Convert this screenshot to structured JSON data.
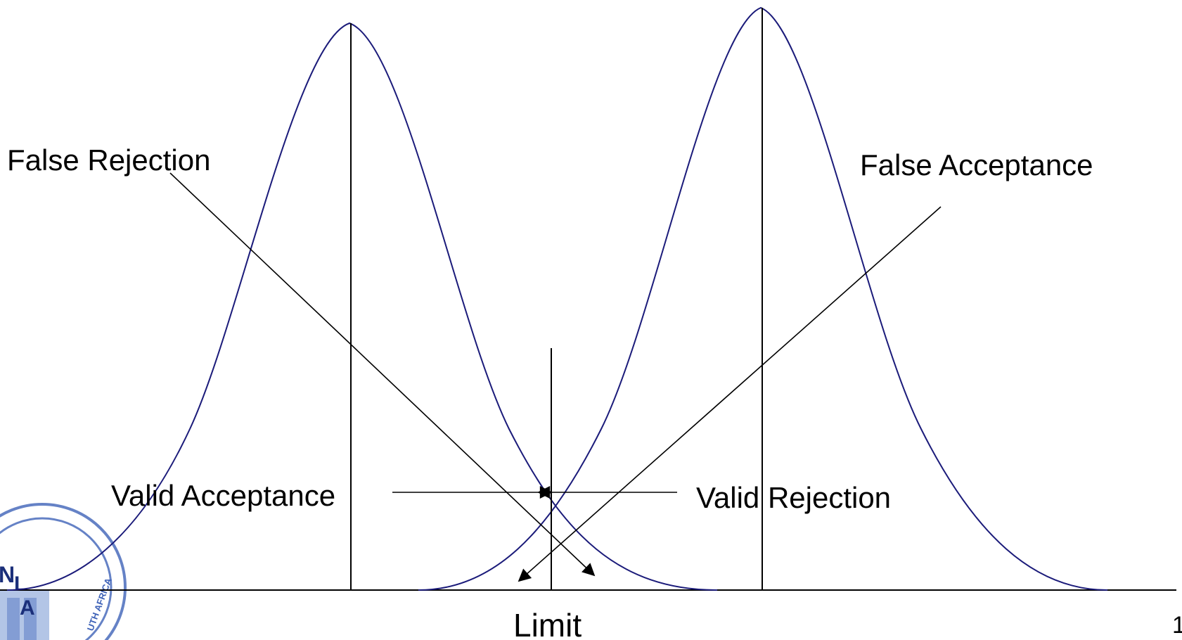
{
  "diagram": {
    "labels": {
      "false_rejection": "False Rejection",
      "false_acceptance": "False Acceptance",
      "valid_acceptance": "Valid Acceptance",
      "valid_rejection": "Valid Rejection",
      "limit": "Limit"
    },
    "logo": {
      "initials_n": "N",
      "initials_l": "L",
      "initials_a": "A",
      "arc_text": "UTH AFRICA"
    },
    "page_number_fragment": "1"
  },
  "colors": {
    "curve": "#1b1b7a",
    "lines": "#000000",
    "logo": "#3f63b8"
  }
}
